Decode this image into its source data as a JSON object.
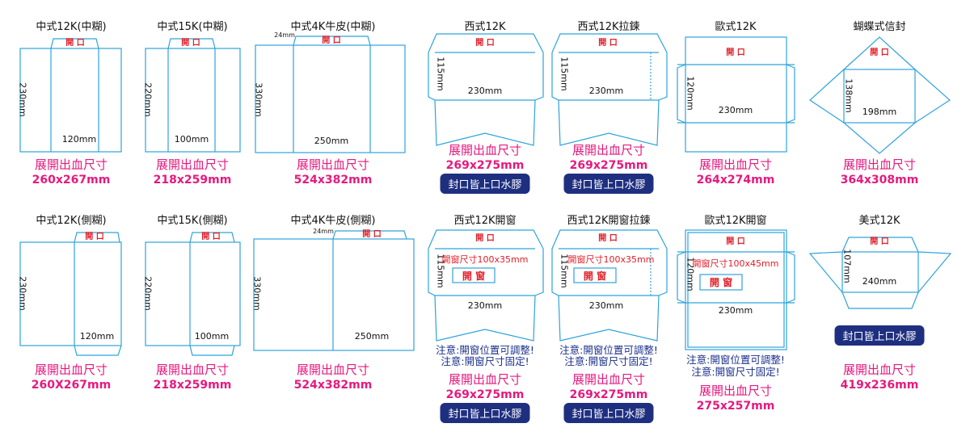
{
  "items": [
    {
      "title": "中式12K(中糊)",
      "open": "開 口",
      "height_dim": "230mm",
      "width_dim": "120mm",
      "bleed": "展開出血尺寸",
      "size": "260x267mm"
    },
    {
      "title": "中式15K(中糊)",
      "open": "開 口",
      "height_dim": "220mm",
      "width_dim": "100mm",
      "bleed": "展開出血尺寸",
      "size": "218x259mm"
    },
    {
      "title": "中式4K牛皮(中糊)",
      "open": "開 口",
      "flap_dim": "24mm",
      "height_dim": "330mm",
      "width_dim": "250mm",
      "bleed": "展開出血尺寸",
      "size": "524x382mm"
    },
    {
      "title": "西式12K",
      "open": "開 口",
      "height_dim": "115mm",
      "width_dim": "230mm",
      "bleed": "展開出血尺寸",
      "size": "269x275mm",
      "badge": "封口皆上口水膠"
    },
    {
      "title": "西式12K拉鍊",
      "open": "開 口",
      "height_dim": "115mm",
      "width_dim": "230mm",
      "bleed": "展開出血尺寸",
      "size": "269x275mm",
      "badge": "封口皆上口水膠"
    },
    {
      "title": "歐式12K",
      "open": "開 口",
      "height_dim": "120mm",
      "width_dim": "230mm",
      "bleed": "展開出血尺寸",
      "size": "264x274mm"
    },
    {
      "title": "蝴蝶式信封",
      "open": "開 口",
      "height_dim": "138mm",
      "width_dim": "198mm",
      "bleed": "展開出血尺寸",
      "size": "364x308mm"
    },
    {
      "title": "中式12K(側糊)",
      "open": "開 口",
      "height_dim": "230mm",
      "width_dim": "120mm",
      "bleed": "展開出血尺寸",
      "size": "260X267mm"
    },
    {
      "title": "中式15K(側糊)",
      "open": "開 口",
      "height_dim": "220mm",
      "width_dim": "100mm",
      "bleed": "展開出血尺寸",
      "size": "218x259mm"
    },
    {
      "title": "中式4K牛皮(側糊)",
      "open": "開 口",
      "flap_dim": "24mm",
      "height_dim": "330mm",
      "width_dim": "250mm",
      "bleed": "展開出血尺寸",
      "size": "524x382mm"
    },
    {
      "title": "西式12K開窗",
      "open": "開 口",
      "window_size": "開窗尺寸100x35mm",
      "window": "開 窗",
      "height_dim": "115mm",
      "width_dim": "230mm",
      "note1": "注意:開窗位置可調整!",
      "note2": "注意:開窗尺寸固定!",
      "bleed": "展開出血尺寸",
      "size": "269x275mm",
      "badge": "封口皆上口水膠"
    },
    {
      "title": "西式12K開窗拉鍊",
      "open": "開 口",
      "window_size": "開窗尺寸100x35mm",
      "window": "開 窗",
      "height_dim": "115mm",
      "width_dim": "230mm",
      "note1": "注意:開窗位置可調整!",
      "note2": "注意:開窗尺寸固定!",
      "bleed": "展開出血尺寸",
      "size": "269x275mm",
      "badge": "封口皆上口水膠"
    },
    {
      "title": "歐式12K開窗",
      "open": "開 口",
      "window_size": "開窗尺寸100x45mm",
      "window": "開 窗",
      "height_dim": "120mm",
      "width_dim": "230mm",
      "note1": "注意:開窗位置可調整!",
      "note2": "注意:開窗尺寸固定!",
      "bleed": "展開出血尺寸",
      "size": "275x257mm"
    },
    {
      "title": "美式12K",
      "open": "開 口",
      "height_dim": "107mm",
      "width_dim": "240mm",
      "bleed": "展開出血尺寸",
      "size": "419x236mm",
      "badge": "封口皆上口水膠"
    }
  ],
  "colors": {
    "line": "#2ea3dc",
    "accent": "#e6197e",
    "red": "#e0202a",
    "badge": "#1f2f80",
    "note": "#1a2f8a"
  }
}
